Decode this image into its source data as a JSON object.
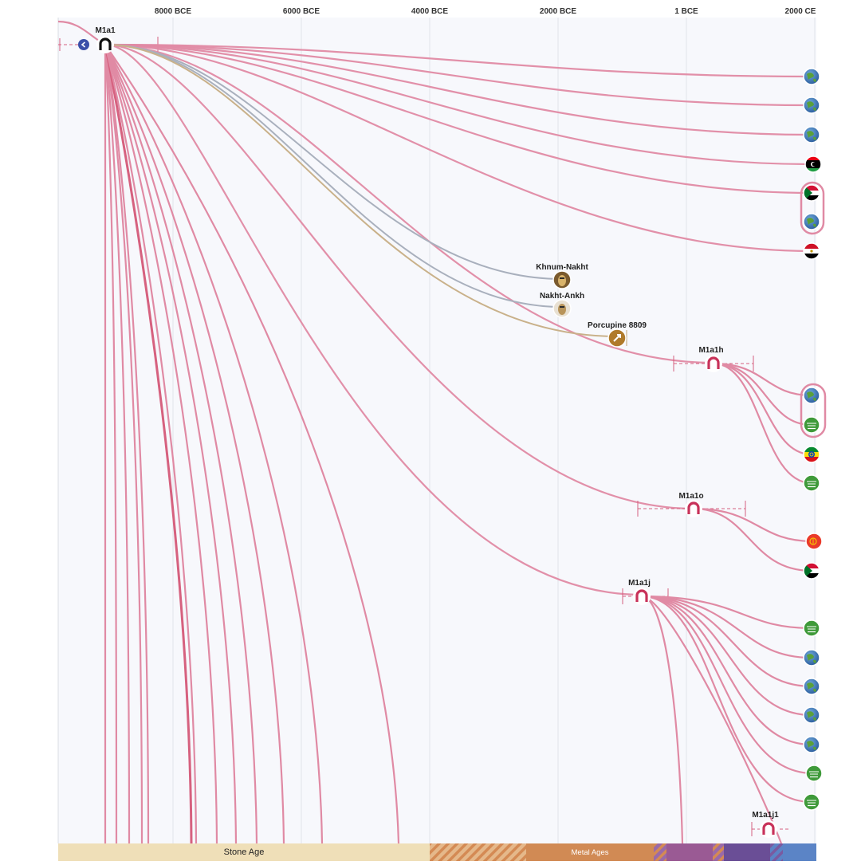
{
  "axis": {
    "ticks": [
      "8000 BCE",
      "6000 BCE",
      "4000 BCE",
      "2000 BCE",
      "1 BCE",
      "2000 CE"
    ]
  },
  "colors": {
    "lineage": "#e08aa4",
    "lineage_dark": "#d6617f",
    "ancient_gray": "#a9b0bd",
    "ancient_tan": "#c9b18a",
    "node_ring": "#c8325a",
    "background": "#f7f8fc"
  },
  "nodes": {
    "root": {
      "label": "M1a1",
      "icon": "haplogroup-node-icon"
    },
    "m1a1h": {
      "label": "M1a1h",
      "icon": "haplogroup-node-icon"
    },
    "m1a1o": {
      "label": "M1a1o",
      "icon": "haplogroup-node-icon"
    },
    "m1a1j": {
      "label": "M1a1j",
      "icon": "haplogroup-node-icon"
    },
    "m1a1j1": {
      "label": "M1a1j1",
      "icon": "haplogroup-node-icon"
    }
  },
  "ancient_samples": [
    {
      "label": "Khnum-Nakht",
      "icon": "mummy-portrait-icon"
    },
    {
      "label": "Nakht-Ankh",
      "icon": "mummy-portrait-icon"
    },
    {
      "label": "Porcupine 8809",
      "icon": "ancient-sample-icon"
    }
  ],
  "leaves": [
    "globe-icon",
    "globe-icon",
    "globe-icon",
    "libya-flag-icon",
    "sudan-flag-icon",
    "globe-icon",
    "egypt-flag-icon",
    "globe-icon",
    "saudi-flag-icon",
    "ethiopia-flag-icon",
    "saudi-flag-icon",
    "eritrea-flag-icon",
    "sudan-flag-icon",
    "saudi-flag-icon",
    "globe-icon",
    "globe-icon",
    "globe-icon",
    "globe-icon",
    "saudi-flag-icon",
    "saudi-flag-icon"
  ],
  "eras": {
    "stone_age": "Stone Age",
    "metal_ages": "Metal Ages"
  },
  "controls": {
    "collapse_icon": "chevron-left-icon"
  }
}
